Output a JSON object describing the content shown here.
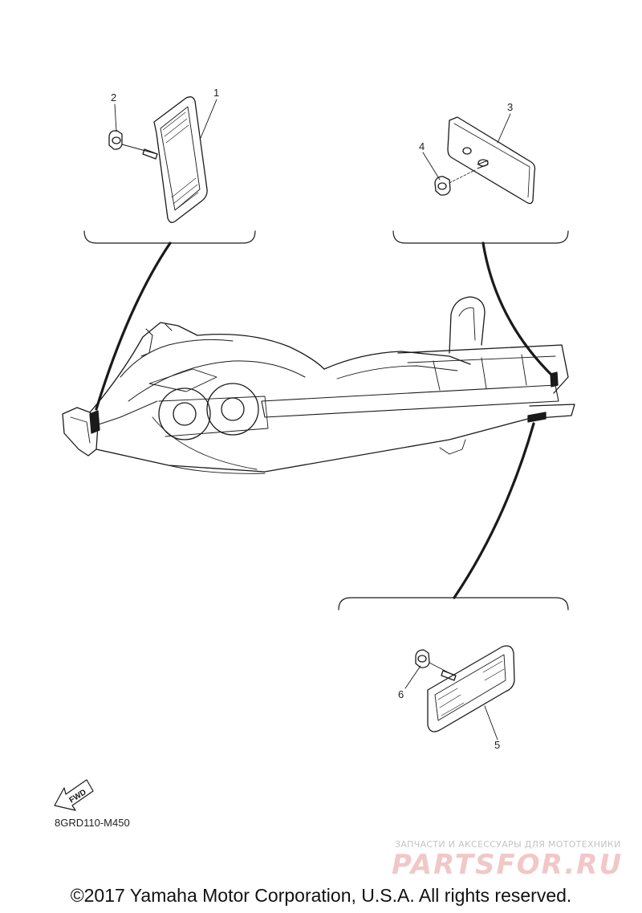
{
  "diagram": {
    "callouts": [
      {
        "id": "1",
        "label": "1"
      },
      {
        "id": "2",
        "label": "2"
      },
      {
        "id": "3",
        "label": "3"
      },
      {
        "id": "4",
        "label": "4"
      },
      {
        "id": "5",
        "label": "5"
      },
      {
        "id": "6",
        "label": "6"
      }
    ],
    "fwd_label": "FWD",
    "diagram_code": "8GRD110-M450"
  },
  "watermark": {
    "tagline": "ЗАПЧАСТИ И АКСЕССУАРЫ ДЛЯ МОТОТЕХНИКИ",
    "logo": "PARTSFOR.RU"
  },
  "footer": {
    "copyright": "©2017 Yamaha Motor Corporation, U.S.A. All rights reserved."
  }
}
